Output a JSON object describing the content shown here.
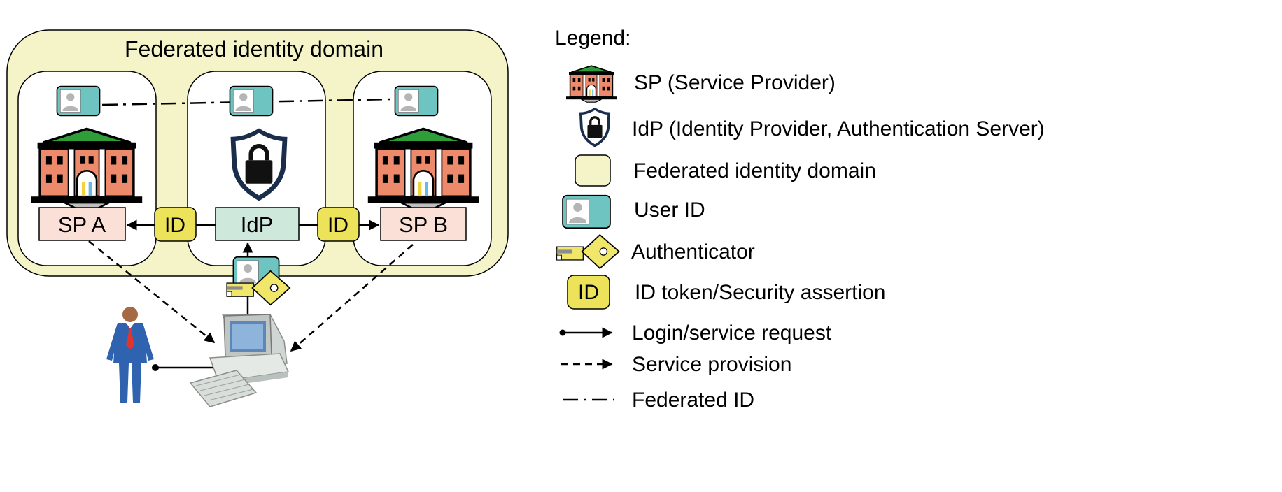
{
  "domain_title": "Federated identity domain",
  "nodes": {
    "sp_a": "SP A",
    "idp": "IdP",
    "sp_b": "SP B"
  },
  "tokens": {
    "left": "ID",
    "right": "ID"
  },
  "legend": {
    "title": "Legend:",
    "items": {
      "sp": "SP (Service Provider)",
      "idp": "IdP (Identity Provider, Authentication Server)",
      "domain": "Federated identity domain",
      "user_id": "User ID",
      "authenticator": "Authenticator",
      "token": "ID token/Security assertion",
      "token_icon": "ID",
      "login": "Login/service request",
      "service": "Service provision",
      "federated": "Federated ID"
    }
  },
  "colors": {
    "domain_fill": "#f4f4c8",
    "node_sp_fill": "#fbe0d8",
    "node_idp_fill": "#cfe8dc",
    "token_fill": "#ece35a",
    "user_card_fill": "#6ec4c0",
    "building_roof": "#2f9e3a",
    "building_wall": "#ee8a6c",
    "key_fill": "#f0e66a"
  },
  "icons": [
    "building-icon",
    "shield-lock-icon",
    "user-card-icon",
    "key-icon",
    "person-icon",
    "computer-icon"
  ]
}
